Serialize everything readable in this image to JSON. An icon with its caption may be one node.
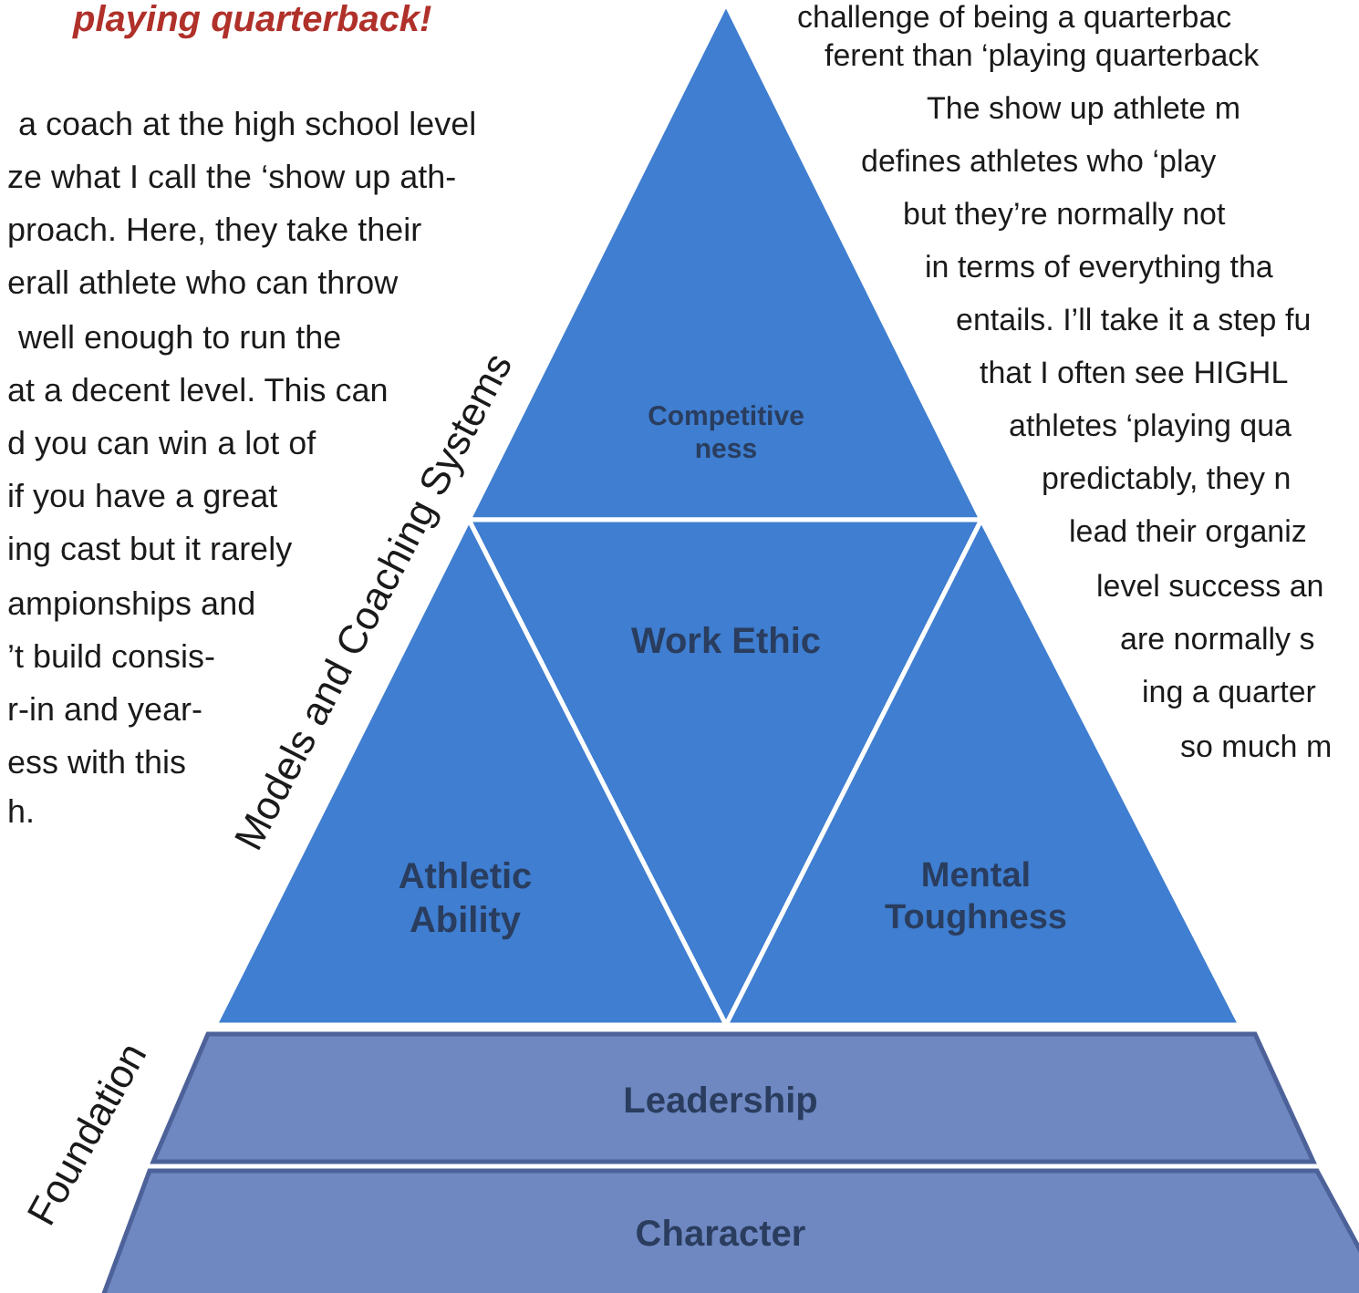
{
  "diagram": {
    "nodes": [
      {
        "text": [
          "Competitive ness"
        ]
      },
      {
        "text": [
          "Work Ethic"
        ]
      },
      {
        "text": [
          "Athletic Ability"
        ]
      },
      {
        "text": [
          "Mental Toughness"
        ]
      },
      {
        "text": [
          "Leadership"
        ]
      },
      {
        "text": [
          "Character"
        ]
      }
    ],
    "edges": [],
    "labels": [
      "playing quarterback!",
      "challenge of being a quarterbac",
      "a coach at the high school level",
      "ze what I call the ‘show up ath-",
      "proach. Here, they take their",
      "erall athlete who can throw",
      "well enough to run the",
      "at a decent level. This can",
      "d you can win a lot of",
      "if you have a great",
      "ing cast but it rarely",
      "ampionships and",
      "’t build consis-",
      "r-in and year-",
      "ess with this",
      "h.",
      "ferent than ‘playing quarterback",
      "The show up athlete m",
      "defines athletes who ‘play",
      "but they’re normally not",
      "in terms of everything tha",
      "entails. I’ll take it a step fu",
      "that I often see HIGHL",
      "athletes ‘playing qua",
      "predictably, they n",
      "lead their organiz",
      "level success an",
      "are normally s",
      "ing a quarter",
      "so much m",
      "Models and Coaching Systems",
      "Foundation"
    ]
  }
}
